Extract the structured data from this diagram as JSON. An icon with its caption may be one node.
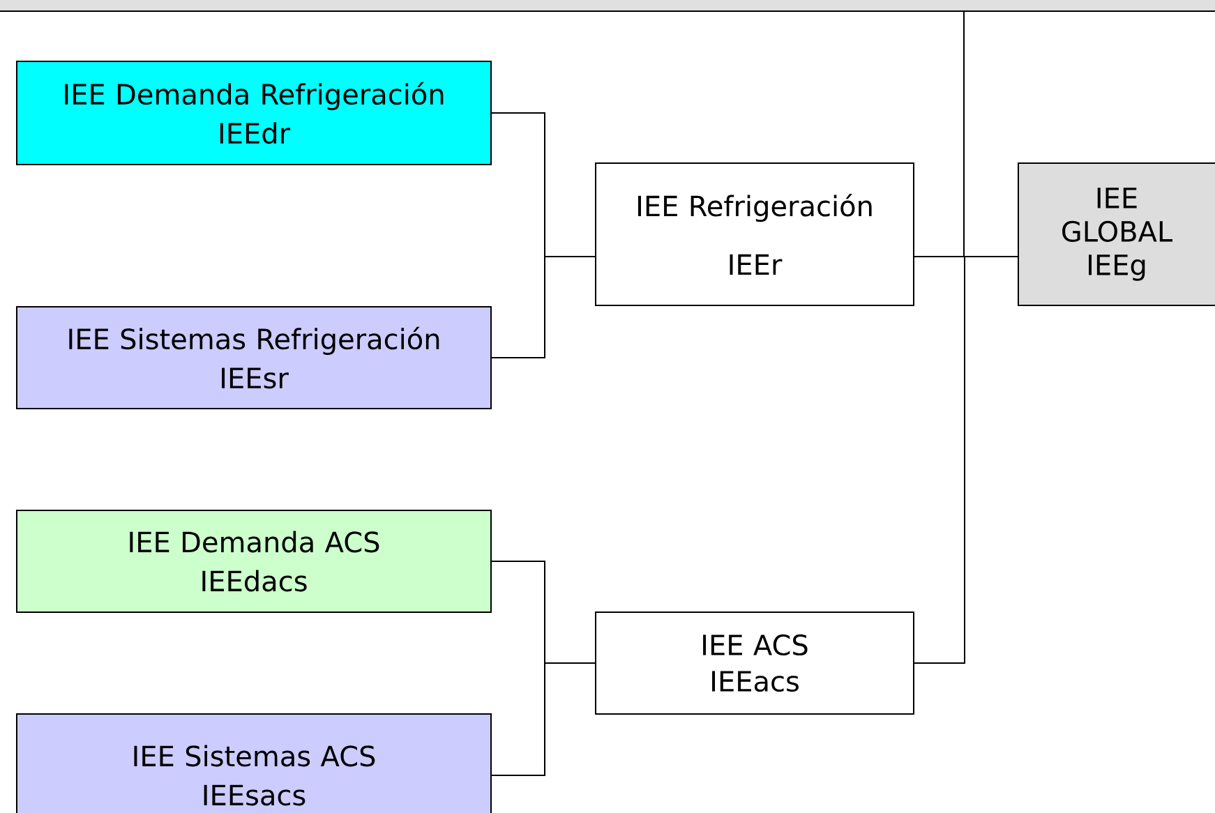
{
  "diagram": {
    "nodes": [
      {
        "text": [
          "IEE Demanda Refrigeración",
          "IEEdr"
        ]
      },
      {
        "text": [
          "IEE Sistemas Refrigeración",
          "IEEsr"
        ]
      },
      {
        "text": [
          "IEE Refrigeración",
          "IEEr"
        ]
      },
      {
        "text": [
          "IEE GLOBAL",
          "IEEg"
        ]
      },
      {
        "text": [
          "IEE Demanda ACS",
          "IEEdacs"
        ]
      },
      {
        "text": [
          "IEE Sistemas ACS",
          "IEEsacs"
        ]
      },
      {
        "text": [
          "IEE ACS",
          "IEEacs"
        ]
      }
    ],
    "edges": [
      {
        "from": 0,
        "to": 2,
        "arrow": "none"
      },
      {
        "from": 1,
        "to": 2,
        "arrow": "none"
      },
      {
        "from": 2,
        "to": 3,
        "arrow": "none"
      },
      {
        "from": 4,
        "to": 6,
        "arrow": "none"
      },
      {
        "from": 5,
        "to": 6,
        "arrow": "none"
      },
      {
        "from": 6,
        "to": 3,
        "arrow": "none"
      },
      {
        "from": null,
        "to": 3,
        "arrow": "none"
      }
    ]
  }
}
